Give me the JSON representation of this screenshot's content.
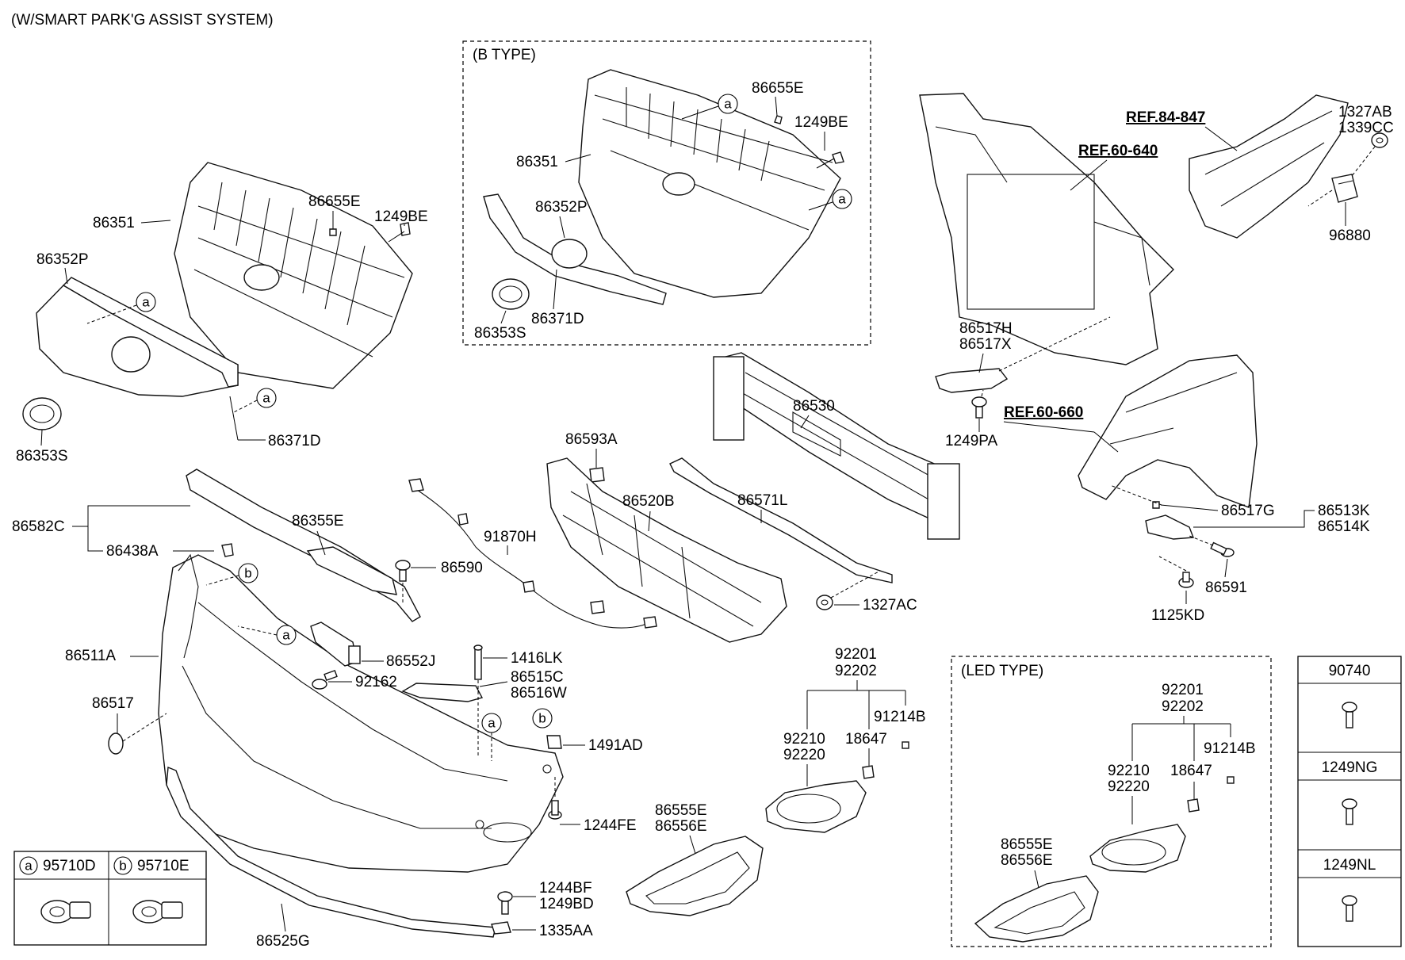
{
  "header": "(W/SMART PARK'G ASSIST SYSTEM)",
  "b_type_title": "(B TYPE)",
  "led_type_title": "(LED TYPE)",
  "refs": {
    "r1": "REF.84-847",
    "r2": "REF.60-640",
    "r3": "REF.60-660"
  },
  "parts": {
    "p86351": "86351",
    "p86655E": "86655E",
    "p1249BE": "1249BE",
    "p86352P": "86352P",
    "p86353S": "86353S",
    "p86371D": "86371D",
    "p86582C": "86582C",
    "p86355E": "86355E",
    "p86438A": "86438A",
    "p86590": "86590",
    "p86511A": "86511A",
    "p86517": "86517",
    "p86552J": "86552J",
    "p92162": "92162",
    "p1416LK": "1416LK",
    "p86515C": "86515C",
    "p86516W": "86516W",
    "p1491AD": "1491AD",
    "p1244FE": "1244FE",
    "p1244BF": "1244BF",
    "p1249BD": "1249BD",
    "p1335AA": "1335AA",
    "p86525G": "86525G",
    "p86593A": "86593A",
    "p91870H": "91870H",
    "p86520B": "86520B",
    "p86571L": "86571L",
    "p86530": "86530",
    "p1327AC": "1327AC",
    "p86517H": "86517H",
    "p86517X": "86517X",
    "p1249PA": "1249PA",
    "p1327AB": "1327AB",
    "p1339CC": "1339CC",
    "p96880": "96880",
    "p86517G": "86517G",
    "p86513K": "86513K",
    "p86514K": "86514K",
    "p86591": "86591",
    "p1125KD": "1125KD",
    "p92201": "92201",
    "p92202": "92202",
    "p92210": "92210",
    "p92220": "92220",
    "p18647": "18647",
    "p91214B": "91214B",
    "p86555E": "86555E",
    "p86556E": "86556E"
  },
  "callouts": {
    "a": "a",
    "b": "b"
  },
  "legend_sensor": {
    "a_part": "95710D",
    "b_part": "95710E"
  },
  "legend_fasteners": [
    "90740",
    "1249NG",
    "1249NL"
  ]
}
